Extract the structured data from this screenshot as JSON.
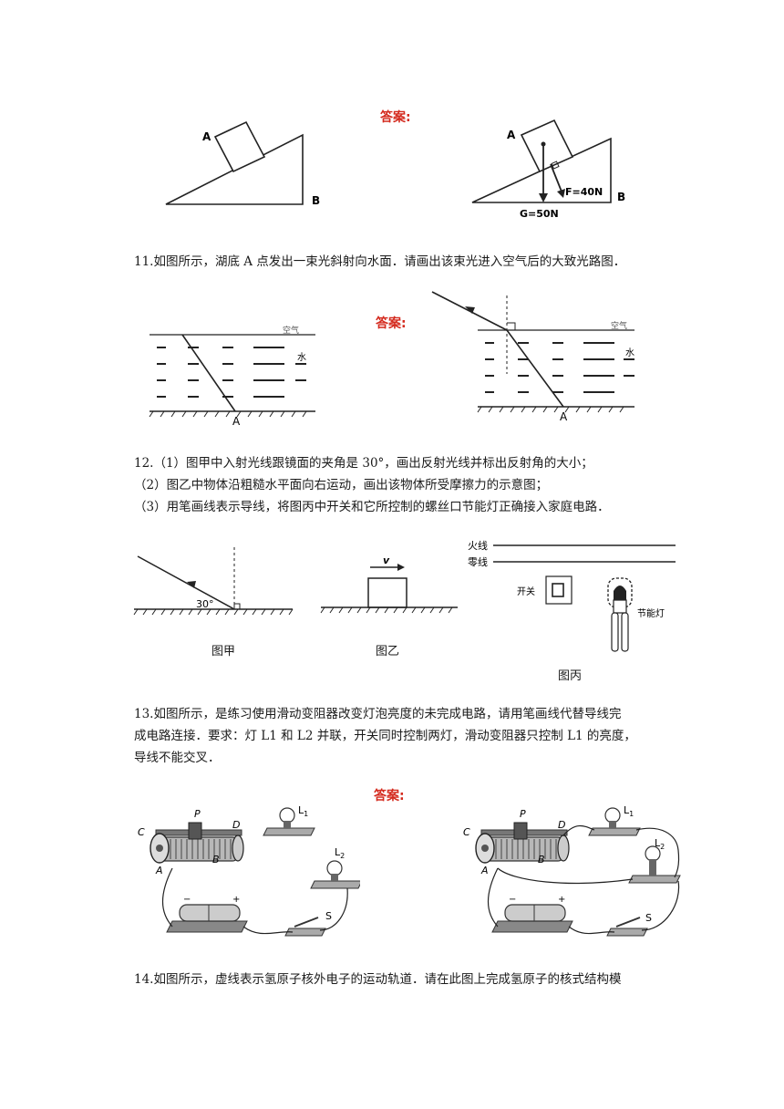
{
  "answer_label": "答案:",
  "q10": {
    "label_A": "A",
    "label_B": "B",
    "force_F": "F=40N",
    "force_G": "G=50N"
  },
  "q11": {
    "text": "11.如图所示，湖底 A 点发出一束光斜射向水面．请画出该束光进入空气后的大致光路图．",
    "air": "空气",
    "water": "水",
    "point": "A"
  },
  "q12": {
    "line1": "12.（1）图甲中入射光线跟镜面的夹角是 30°，画出反射光线并标出反射角的大小；",
    "line2": "（2）图乙中物体沿粗糙水平面向右运动，画出该物体所受摩擦力的示意图；",
    "line3": "（3）用笔画线表示导线，将图丙中开关和它所控制的螺丝口节能灯正确接入家庭电路．",
    "angle": "30°",
    "velocity": "v",
    "live_wire": "火线",
    "neutral_wire": "零线",
    "switch": "开关",
    "lamp": "节能灯",
    "fig_a": "图甲",
    "fig_b": "图乙",
    "fig_c": "图丙"
  },
  "q13": {
    "line1": "13.如图所示，是练习使用滑动变阻器改变灯泡亮度的未完成电路，请用笔画线代替导线完",
    "line2": "成电路连接．要求：灯 L1 和 L2 并联，开关同时控制两灯，滑动变阻器只控制 L1 的亮度，",
    "line3": "导线不能交叉．",
    "C": "C",
    "P": "P",
    "D": "D",
    "A": "A",
    "B": "B",
    "L1": "L",
    "L1_sub": "1",
    "L2": "L",
    "L2_sub": "2",
    "S": "S"
  },
  "q14": {
    "text": "14.如图所示，虚线表示氢原子核外电子的运动轨道．请在此图上完成氢原子的核式结构模"
  }
}
